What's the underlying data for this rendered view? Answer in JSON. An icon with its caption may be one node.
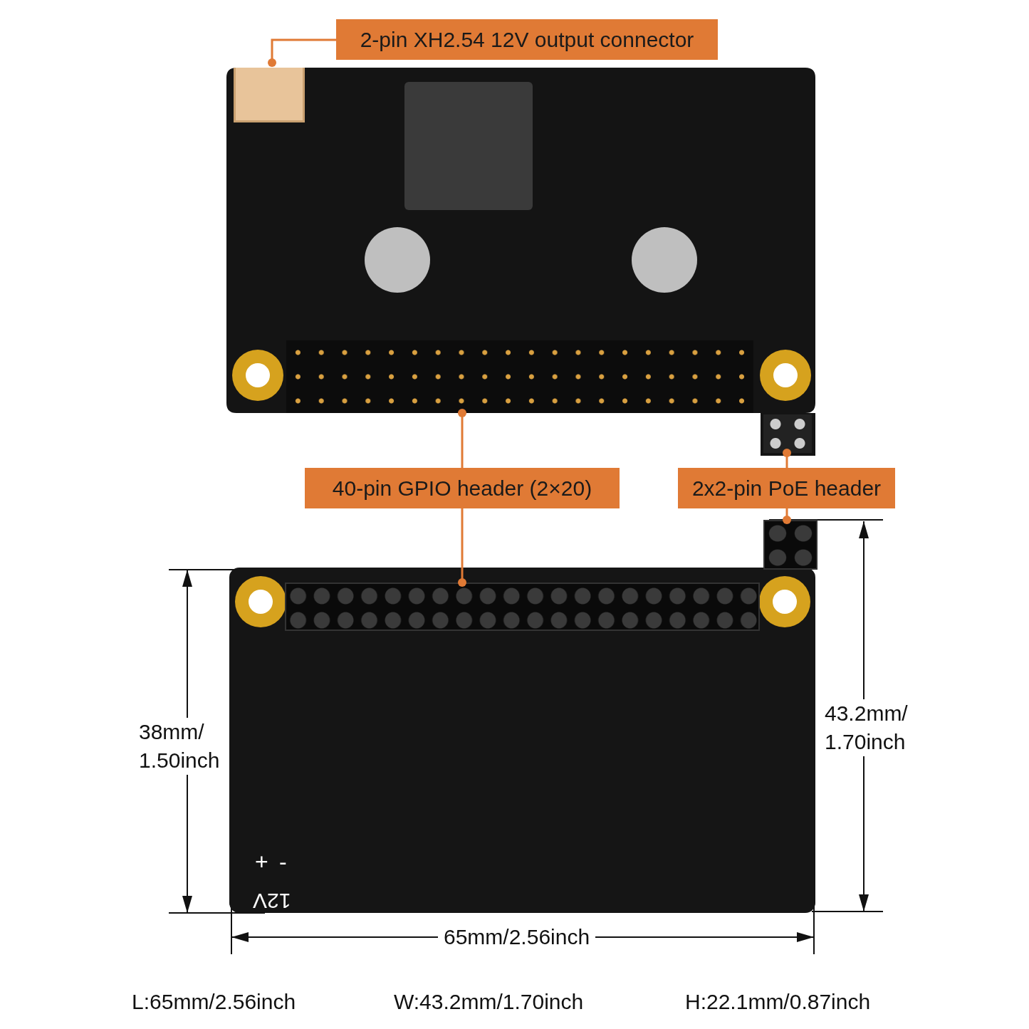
{
  "diagram": {
    "nodes": [
      {
        "text": [
          "2-pin XH2.54 12V output connector"
        ]
      },
      {
        "text": [],
        "shape": "picture"
      },
      {
        "text": [],
        "shape": "box",
        "in": 1
      },
      {
        "text": [],
        "shape": "box",
        "in": 1
      },
      {
        "text": [],
        "shape": "box",
        "in": 1
      },
      {
        "text": [
          "40-pin GPIO header (2×20)"
        ]
      },
      {
        "text": [
          "2x2-pin PoE header"
        ]
      },
      {
        "text": [],
        "shape": "picture"
      },
      {
        "text": [],
        "shape": "box",
        "in": 7
      },
      {
        "text": [],
        "shape": "box"
      }
    ],
    "edges": [
      {
        "from": 0,
        "to": 2,
        "arrow": "other"
      },
      {
        "from": 5,
        "to": 3,
        "arrow": "other"
      },
      {
        "from": 6,
        "to": 4,
        "arrow": "other"
      },
      {
        "from": 5,
        "to": 8,
        "arrow": "other"
      },
      {
        "from": 6,
        "to": 9,
        "arrow": "other"
      }
    ],
    "labels": [
      "38mm/ 1.50inch",
      "43.2mm/ 1.70inch",
      "+",
      "-",
      "12V",
      "65mm/2.56inch",
      "L:65mm/2.56inch",
      "W:43.2mm/1.70inch",
      "H:22.1mm/0.87inch"
    ]
  }
}
